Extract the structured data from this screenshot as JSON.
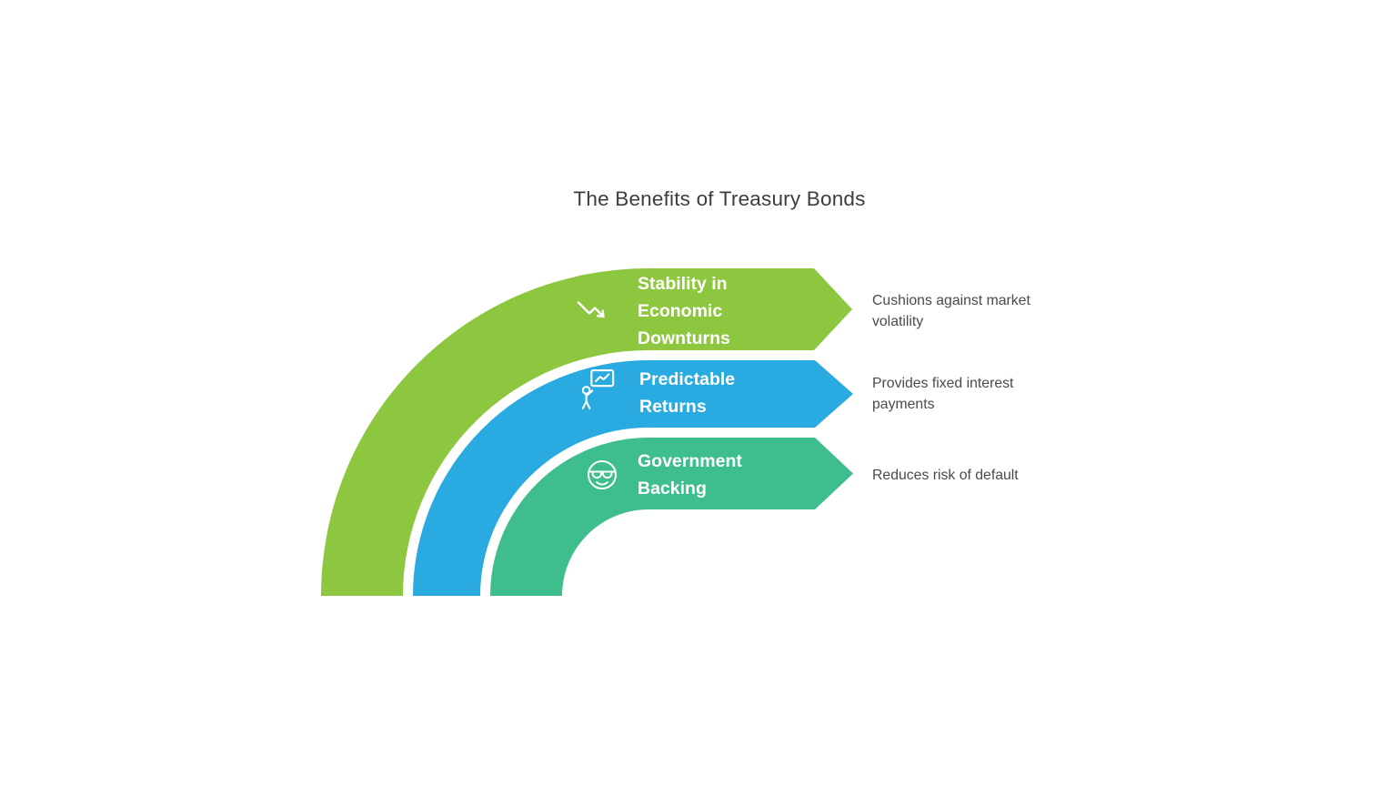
{
  "title": "The Benefits of Treasury Bonds",
  "colors": {
    "stability_green": "#8DC63F",
    "predictable_blue": "#29ABE2",
    "backing_teal": "#3DBE8C",
    "title_text": "#3D3D3D",
    "description_text": "#4A4A4A",
    "label_text": "#FFFFFF"
  },
  "items": [
    {
      "label": "Stability in Economic Downturns",
      "description": "Cushions against market volatility",
      "icon": "downtrend-arrow-icon",
      "color": "#8DC63F"
    },
    {
      "label": "Predictable Returns",
      "description": "Provides fixed interest payments",
      "icon": "presentation-chart-person-icon",
      "color": "#29ABE2"
    },
    {
      "label": "Government Backing",
      "description": "Reduces risk of default",
      "icon": "face-sunglasses-icon",
      "color": "#3DBE8C"
    }
  ]
}
